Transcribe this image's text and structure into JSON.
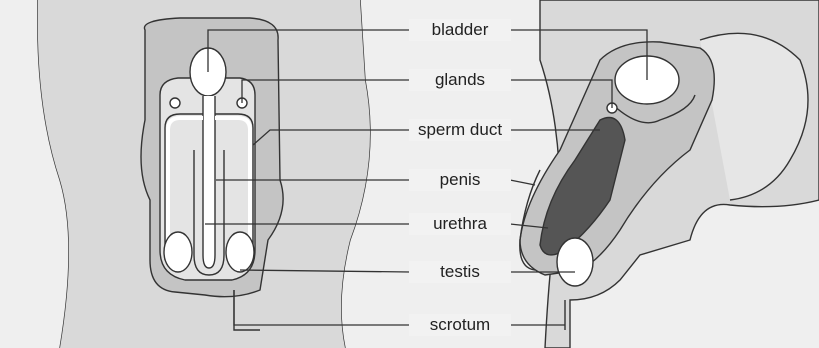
{
  "labels": {
    "bladder": "bladder",
    "glands": "glands",
    "sperm_duct": "sperm duct",
    "penis": "penis",
    "urethra": "urethra",
    "testis": "testis",
    "scrotum": "scrotum"
  },
  "colors": {
    "skin": "#d9d9d9",
    "organ_light": "#ffffff",
    "organ_mid": "#bdbdbd",
    "erectile_dark": "#555555",
    "line": "#333333",
    "background": "#f2f2f2"
  }
}
